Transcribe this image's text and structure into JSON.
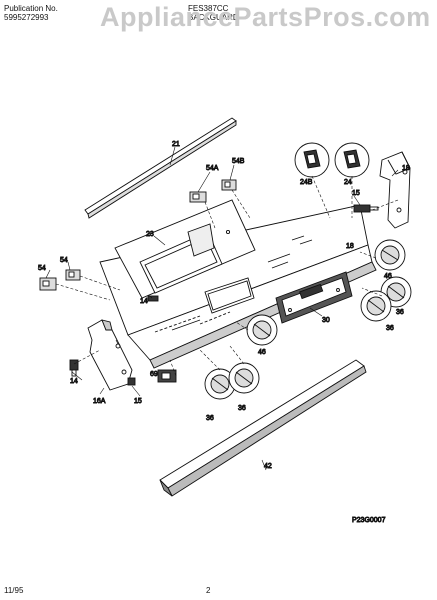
{
  "header": {
    "publication_label": "Publication No.",
    "publication_number": "5995272993",
    "model": "FES387CC",
    "section": "BACKGUARD"
  },
  "watermark": "AppliancePartsPros.com",
  "figure_code": "P23G0007",
  "footer": {
    "date": "11/95",
    "page": "2"
  },
  "callouts": [
    {
      "id": "c21",
      "text": "21"
    },
    {
      "id": "c18a",
      "text": "18"
    },
    {
      "id": "c24B",
      "text": "24B"
    },
    {
      "id": "c24",
      "text": "24"
    },
    {
      "id": "c54A",
      "text": "54A"
    },
    {
      "id": "c54B",
      "text": "54B"
    },
    {
      "id": "c15a",
      "text": "15"
    },
    {
      "id": "c23",
      "text": "23"
    },
    {
      "id": "c54",
      "text": "54"
    },
    {
      "id": "c54b",
      "text": "54"
    },
    {
      "id": "c14a",
      "text": "14"
    },
    {
      "id": "c46a",
      "text": "46"
    },
    {
      "id": "c18b",
      "text": "18"
    },
    {
      "id": "c36a",
      "text": "36"
    },
    {
      "id": "c36b",
      "text": "36"
    },
    {
      "id": "c30",
      "text": "30"
    },
    {
      "id": "c46b",
      "text": "46"
    },
    {
      "id": "c69",
      "text": "69"
    },
    {
      "id": "c14b",
      "text": "14"
    },
    {
      "id": "c16A",
      "text": "16A"
    },
    {
      "id": "c15b",
      "text": "15"
    },
    {
      "id": "c36c",
      "text": "36"
    },
    {
      "id": "c36d",
      "text": "36"
    },
    {
      "id": "c42",
      "text": "42"
    }
  ]
}
